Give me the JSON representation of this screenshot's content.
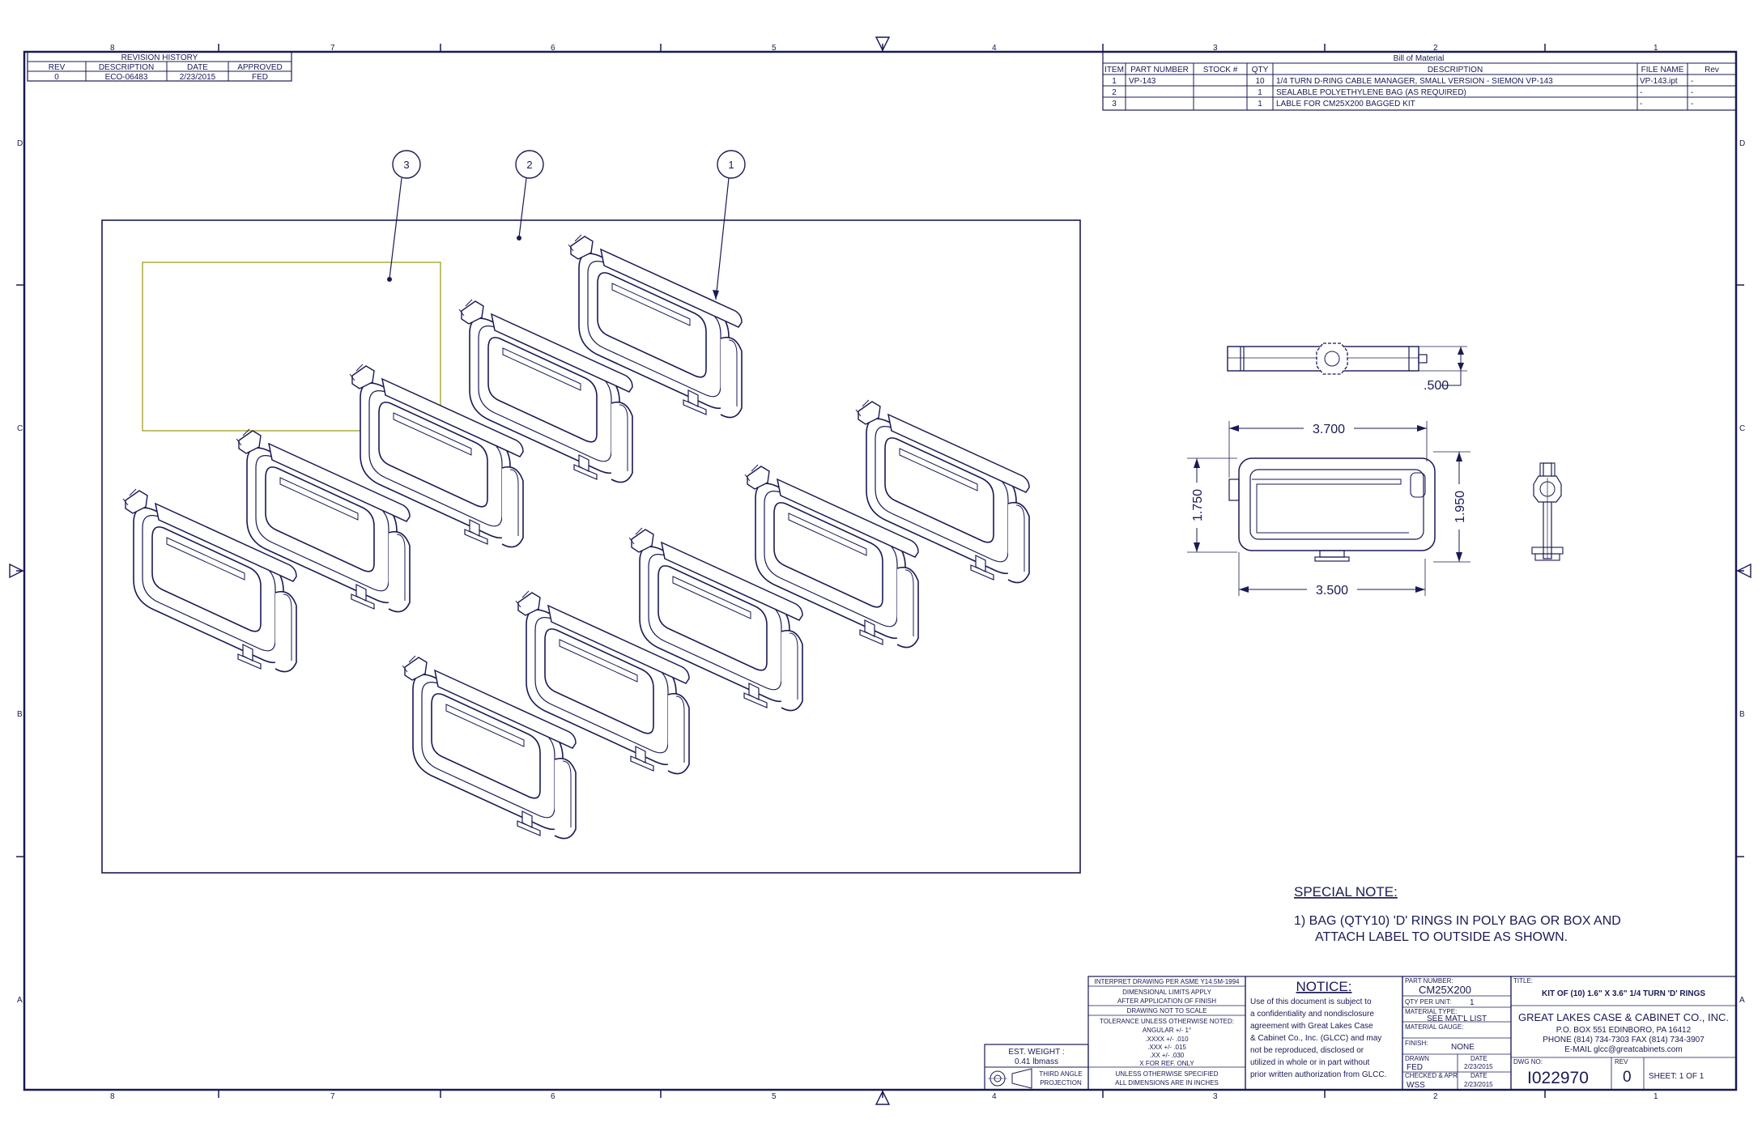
{
  "colors": {
    "ink": "#1a1a55",
    "label_outline": "#a6a832",
    "paper": "#ffffff"
  },
  "zones": {
    "columns": [
      "8",
      "7",
      "6",
      "5",
      "4",
      "3",
      "2",
      "1"
    ],
    "rows": [
      "D",
      "C",
      "B",
      "A"
    ]
  },
  "revision_history": {
    "title": "REVISION HISTORY",
    "headers": [
      "REV",
      "DESCRIPTION",
      "DATE",
      "APPROVED"
    ],
    "rows": [
      [
        "0",
        "ECO-06483",
        "2/23/2015",
        "FED"
      ]
    ]
  },
  "bom": {
    "title": "Bill of Material",
    "headers": [
      "ITEM",
      "PART NUMBER",
      "STOCK #",
      "QTY",
      "DESCRIPTION",
      "FILE NAME",
      "Rev"
    ],
    "rows": [
      [
        "1",
        "VP-143",
        "",
        "10",
        "1/4 TURN D-RING CABLE MANAGER, SMALL VERSION - SIEMON VP-143",
        "VP-143.ipt",
        "-"
      ],
      [
        "2",
        "",
        "",
        "1",
        "SEALABLE POLYETHYLENE BAG (AS REQUIRED)",
        "-",
        "-"
      ],
      [
        "3",
        "",
        "",
        "1",
        "LABLE FOR CM25X200 BAGGED KIT",
        "-",
        "-"
      ]
    ]
  },
  "balloons": [
    "3",
    "2",
    "1"
  ],
  "dimensions": {
    "thickness": ".500",
    "overall_length": "3.700",
    "overall_height": "1.750",
    "opening_height": "1.950",
    "base_length": "3.500"
  },
  "special_note": {
    "title": "SPECIAL NOTE:",
    "line1": "1)  BAG (QTY10) 'D' RINGS IN POLY BAG OR BOX AND",
    "line2": "ATTACH LABEL TO OUTSIDE AS SHOWN."
  },
  "weight": {
    "label": "EST. WEIGHT :",
    "value": "0.41 lbmass"
  },
  "projection": {
    "line1": "THIRD ANGLE",
    "line2": "PROJECTION"
  },
  "tolerance": {
    "l1": "INTERPRET DRAWING PER ASME Y14.5M-1994",
    "l2": "DIMENSIONAL LIMITS APPLY",
    "l3": "AFTER APPLICATION OF FINISH",
    "l4": "DRAWING NOT TO SCALE",
    "l5": "TOLERANCE UNLESS OTHERWISE NOTED:",
    "l6": "ANGULAR +/- 1°",
    "l7": ".XXXX +/- .010",
    "l8": ".XXX +/- .015",
    "l9": ".XX +/- .030",
    "l10": "X FOR REF. ONLY",
    "l11": "UNLESS OTHERWISE SPECIFIED",
    "l12": "ALL DIMENSIONS ARE IN INCHES"
  },
  "notice": {
    "title": "NOTICE:",
    "lines": [
      "Use of this document is subject to",
      "a confidentiality and nondisclosure",
      "agreement with Great Lakes Case",
      "& Cabinet Co., Inc. (GLCC) and may",
      "not be reproduced, disclosed or",
      "utilized in whole or in part without",
      "prior written authorization from GLCC."
    ]
  },
  "titleblock": {
    "part_number_label": "PART NUMBER:",
    "part_number": "CM25X200",
    "qty_label": "QTY PER UNIT:",
    "qty": "1",
    "material_type_label": "MATERIAL TYPE:",
    "material_type": "SEE MAT'L LIST",
    "material_gauge_label": "MATERIAL GAUGE:",
    "finish_label": "FINISH:",
    "finish": "NONE",
    "drawn_label": "DRAWN",
    "drawn": "FED",
    "date_label": "DATE",
    "drawn_date": "2/23/2015",
    "checked_label": "CHECKED & APR",
    "checked": "WSS",
    "checked_date": "2/23/2015",
    "title_label": "TITLE:",
    "title": "KIT OF (10) 1.6\" X 3.6\" 1/4 TURN 'D' RINGS",
    "company": "GREAT LAKES CASE & CABINET CO., INC.",
    "address": "P.O. BOX 551 EDINBORO, PA 16412",
    "phone": "PHONE (814) 734-7303 FAX (814) 734-3907",
    "email": "E-MAIL glcc@greatcabinets.com",
    "dwg_label": "DWG NO:",
    "dwg_no": "I022970",
    "rev_label": "REV",
    "rev": "0",
    "sheet": "SHEET: 1  OF  1"
  }
}
